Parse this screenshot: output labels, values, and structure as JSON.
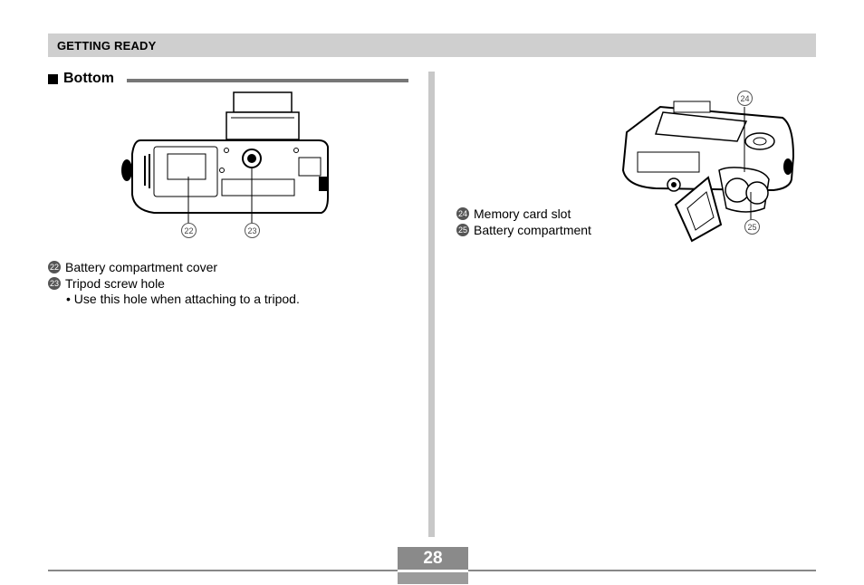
{
  "header": {
    "title": "GETTING READY"
  },
  "section": {
    "heading": "Bottom"
  },
  "left_figure": {
    "callouts": [
      "22",
      "23"
    ]
  },
  "right_figure": {
    "callouts": [
      "24",
      "25"
    ]
  },
  "left_items": [
    {
      "num": "22",
      "text": "Battery compartment cover"
    },
    {
      "num": "23",
      "text": "Tripod screw hole"
    }
  ],
  "left_bullet": "• Use this hole when attaching to a tripod.",
  "right_items": [
    {
      "num": "24",
      "text": "Memory card slot"
    },
    {
      "num": "25",
      "text": "Battery compartment"
    }
  ],
  "footer": {
    "page_number": "28"
  }
}
